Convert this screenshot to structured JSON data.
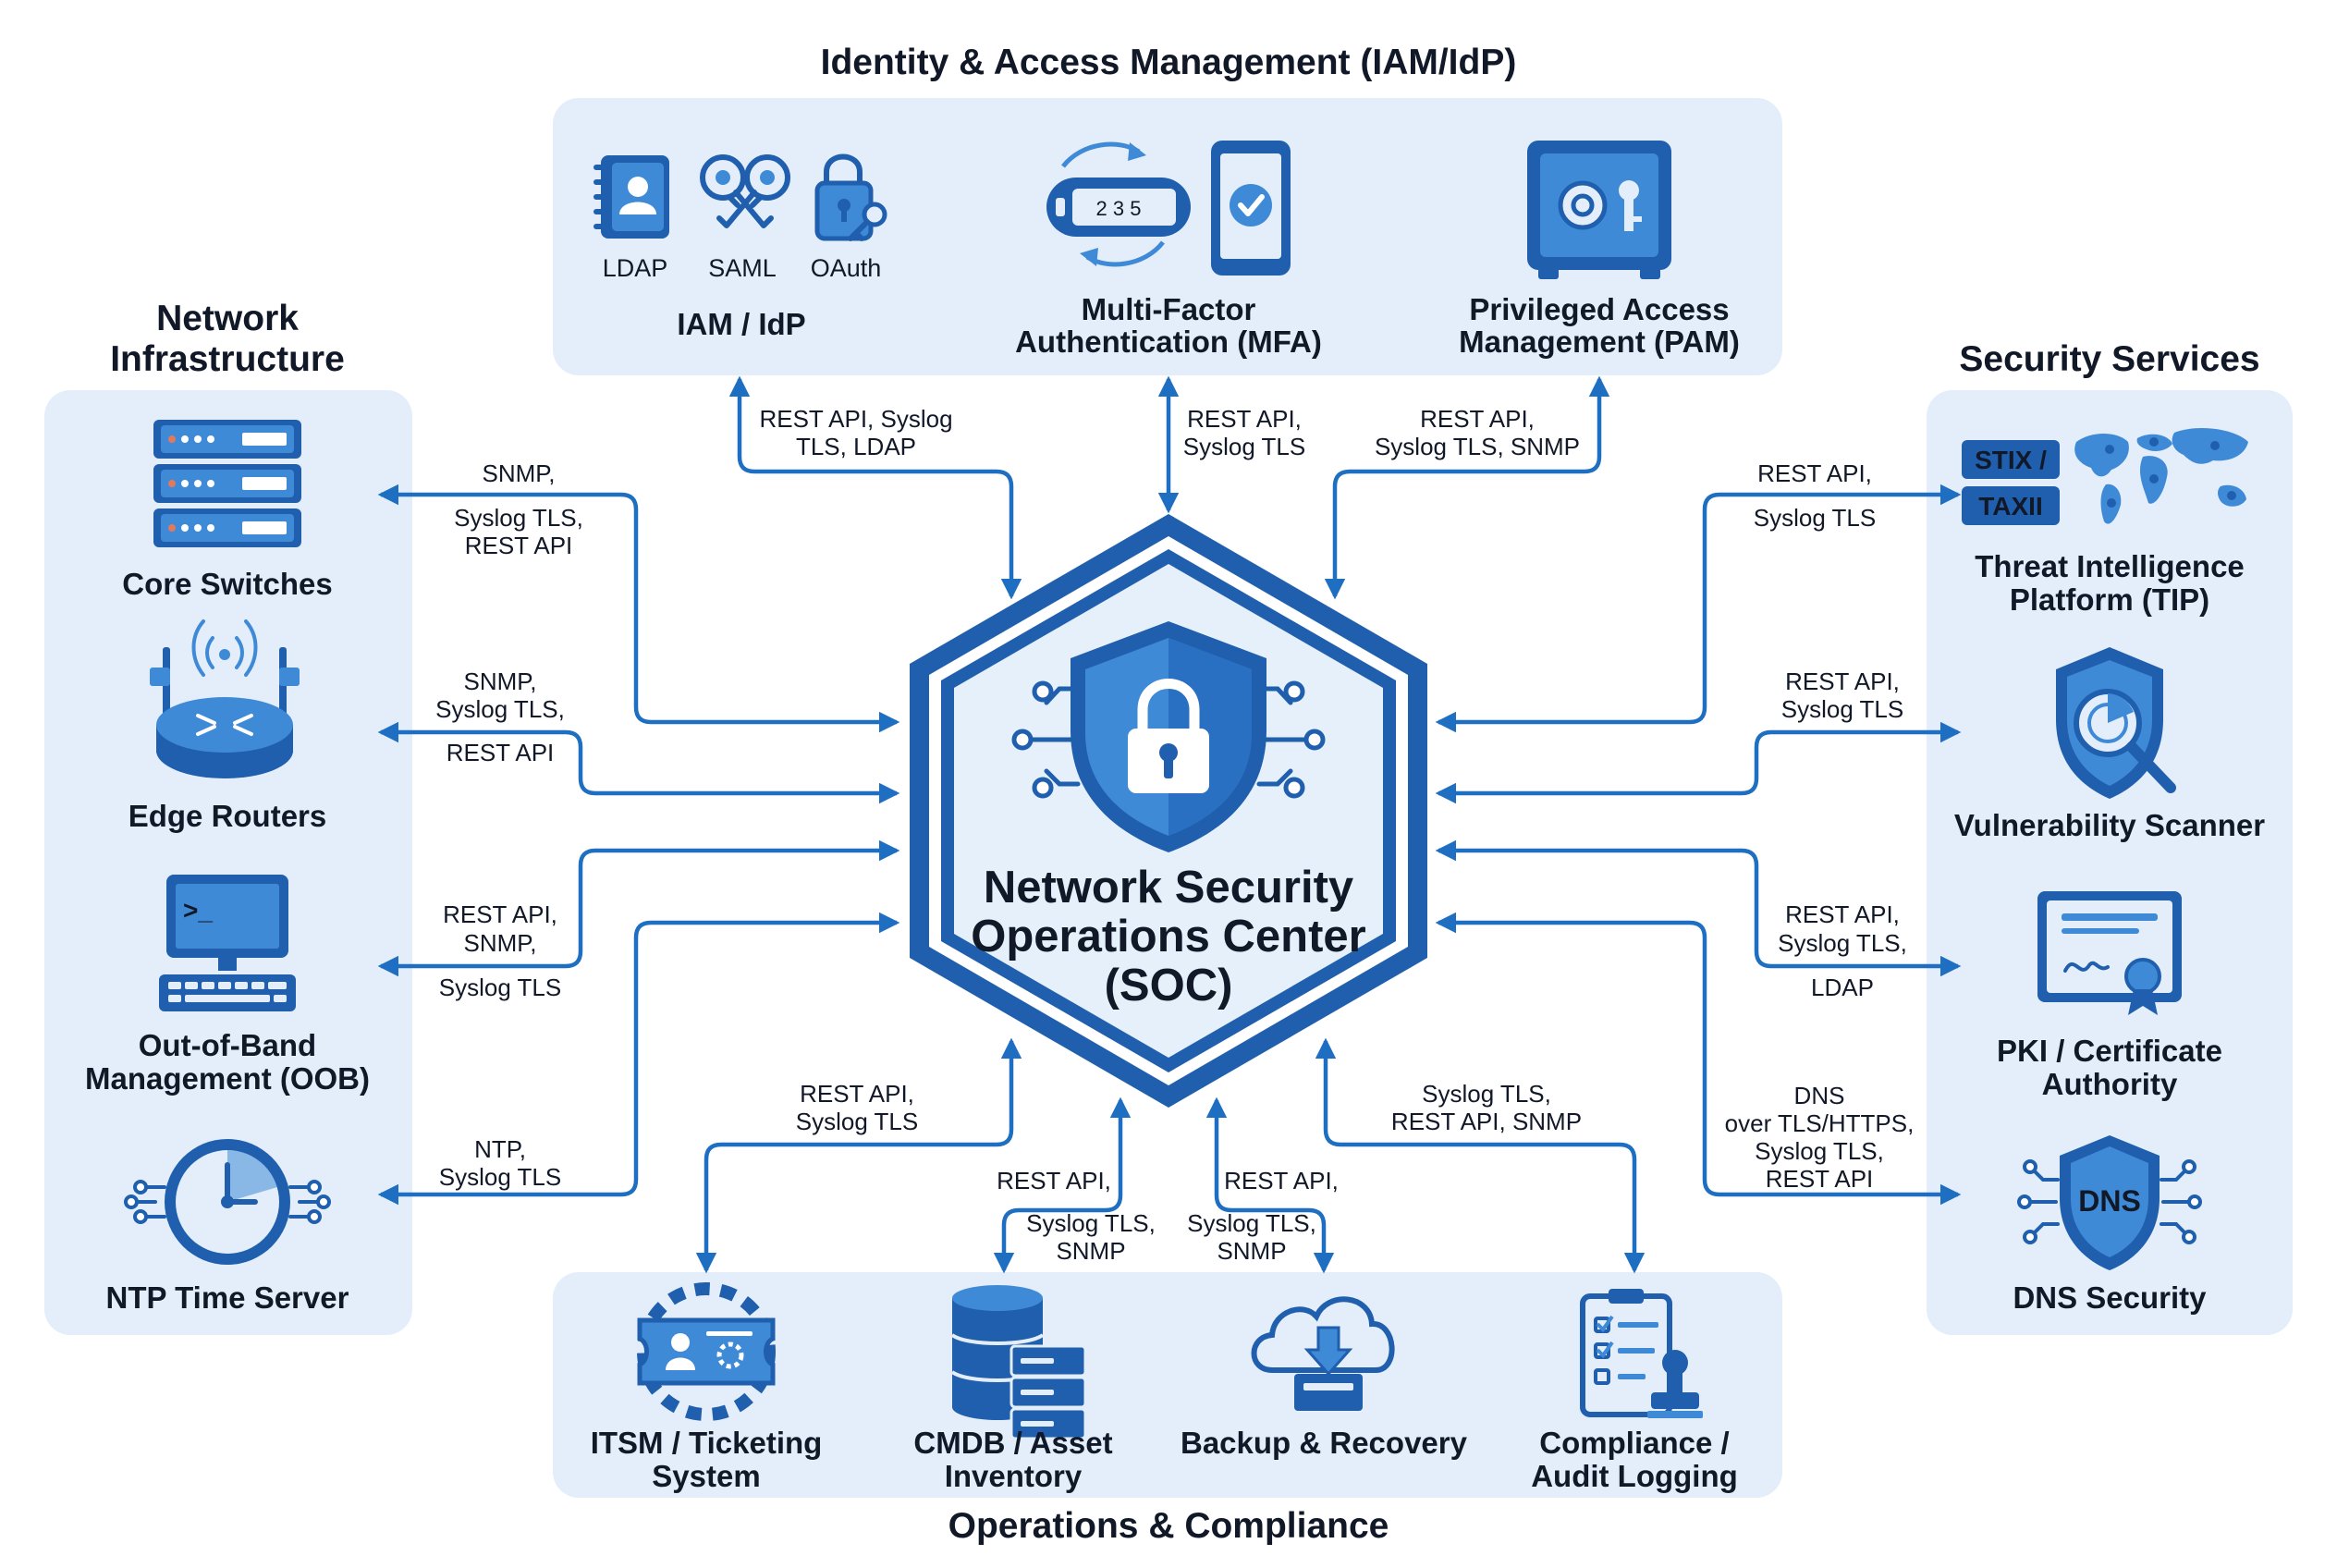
{
  "panels": {
    "iam_title": "Identity & Access Management (IAM/IdP)",
    "network_title": [
      "Network",
      "Infrastructure"
    ],
    "security_title": "Security Services",
    "ops_title": "Operations & Compliance"
  },
  "hub": {
    "title_lines": [
      "Network Security",
      "Operations Center",
      "(SOC)"
    ]
  },
  "iam": {
    "protocols": [
      "LDAP",
      "SAML",
      "OAuth"
    ],
    "idp_label": "IAM / IdP",
    "mfa_label": [
      "Multi-Factor",
      "Authentication (MFA)"
    ],
    "mfa_token_digits": "2 3 5",
    "pam_label": [
      "Privileged Access",
      "Management (PAM)"
    ]
  },
  "network": {
    "core_switches": "Core Switches",
    "edge_routers": "Edge Routers",
    "oob_label": [
      "Out-of-Band",
      "Management (OOB)"
    ],
    "oob_prompt": ">_",
    "ntp_label": "NTP Time Server"
  },
  "security": {
    "stix": "STIX /",
    "taxii": "TAXII",
    "tip_label": [
      "Threat Intelligence",
      "Platform (TIP)"
    ],
    "vuln_label": "Vulnerability Scanner",
    "pki_label": [
      "PKI / Certificate",
      "Authority"
    ],
    "dns_badge": "DNS",
    "dns_label": "DNS Security"
  },
  "ops": {
    "itsm_label": [
      "ITSM / Ticketing",
      "System"
    ],
    "cmdb_label": [
      "CMDB / Asset",
      "Inventory"
    ],
    "backup_label": "Backup & Recovery",
    "compliance_label": [
      "Compliance /",
      "Audit Logging"
    ]
  },
  "connections": {
    "core_switches": [
      "SNMP,",
      "Syslog TLS,",
      "REST API"
    ],
    "edge_routers": [
      "SNMP,",
      "Syslog TLS,",
      "REST API"
    ],
    "oob": [
      "REST API,",
      "SNMP,",
      "Syslog TLS"
    ],
    "ntp": [
      "NTP,",
      "Syslog TLS"
    ],
    "idp": [
      "REST API, Syslog",
      "TLS, LDAP"
    ],
    "mfa": [
      "REST API,",
      "Syslog TLS"
    ],
    "pam": [
      "REST API,",
      "Syslog TLS, SNMP"
    ],
    "tip": [
      "REST API,",
      "Syslog TLS"
    ],
    "vuln": [
      "REST API,",
      "Syslog TLS"
    ],
    "pki": [
      "REST API,",
      "Syslog TLS,",
      "LDAP"
    ],
    "dns": [
      "DNS",
      "over TLS/HTTPS,",
      "Syslog TLS,",
      "REST API"
    ],
    "itsm": [
      "REST API,",
      "Syslog TLS"
    ],
    "cmdb": [
      "REST API,",
      "Syslog TLS,",
      "SNMP"
    ],
    "backup": [
      "REST API,",
      "Syslog TLS,",
      "SNMP"
    ],
    "compliance": [
      "Syslog TLS,",
      "REST API, SNMP"
    ]
  },
  "colors": {
    "panel_bg": "#e3eefa",
    "primary": "#1f5fae",
    "accent": "#3f8ad6",
    "connector": "#1e6fc2",
    "text": "#111827"
  },
  "icons": [
    "address-book-icon",
    "keys-icon",
    "padlock-key-icon",
    "mfa-token-icon",
    "smartphone-check-icon",
    "vault-icon",
    "server-rack-icon",
    "wifi-router-icon",
    "terminal-monitor-icon",
    "clock-icon",
    "world-map-icon",
    "shield-radar-icon",
    "certificate-icon",
    "dns-shield-icon",
    "ticket-gear-icon",
    "database-server-icon",
    "cloud-download-icon",
    "checklist-stamp-icon",
    "shield-lock-icon"
  ]
}
